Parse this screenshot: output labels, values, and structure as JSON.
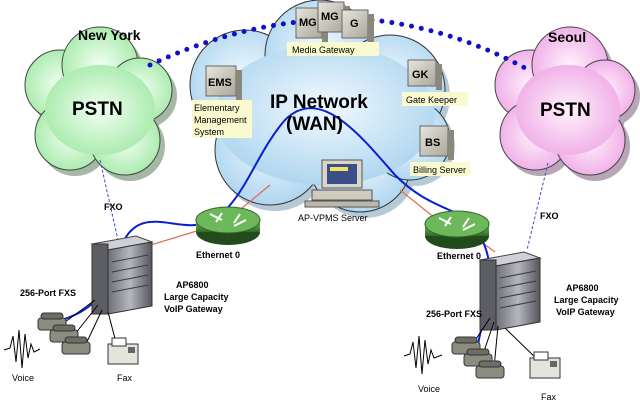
{
  "cities": {
    "left": "New York",
    "right": "Seoul"
  },
  "network": {
    "line1": "IP Network",
    "line2": "(WAN)"
  },
  "pstn": {
    "left": "PSTN",
    "right": "PSTN"
  },
  "servers": {
    "mg_icons": [
      "MG",
      "MG",
      "G"
    ],
    "mg_label": "Media Gateway",
    "ems_icon": "EMS",
    "ems_label": [
      "Elementary",
      "Management",
      "System"
    ],
    "gk_icon": "GK",
    "gk_label": "Gate Keeper",
    "bs_icon": "BS",
    "bs_label": "Billing Server",
    "vpms_label": "AP-VPMS Server"
  },
  "links": {
    "fxo_left": "FXO",
    "fxo_right": "FXO",
    "eth_left": "Ethernet 0",
    "eth_right": "Ethernet 0"
  },
  "gateways": {
    "left": {
      "fxs": "256-Port FXS",
      "name": "AP6800",
      "line2": "Large Capacity",
      "line3": "VoIP Gateway"
    },
    "right": {
      "fxs": "256-Port FXS",
      "name": "AP6800",
      "line2": "Large Capacity",
      "line3": "VoIP Gateway"
    }
  },
  "endpoints": {
    "voice_left": "Voice",
    "fax_left": "Fax",
    "voice_right": "Voice",
    "fax_right": "Fax"
  },
  "colors": {
    "pstn_left": "#c6f5c6",
    "pstn_right": "#f6c8f0",
    "wan": "#cfe8f7",
    "router": "#4a8a3a",
    "link_blue": "#0a1fd1",
    "dotted": "#1010cc",
    "eth": "#e06a5a"
  }
}
